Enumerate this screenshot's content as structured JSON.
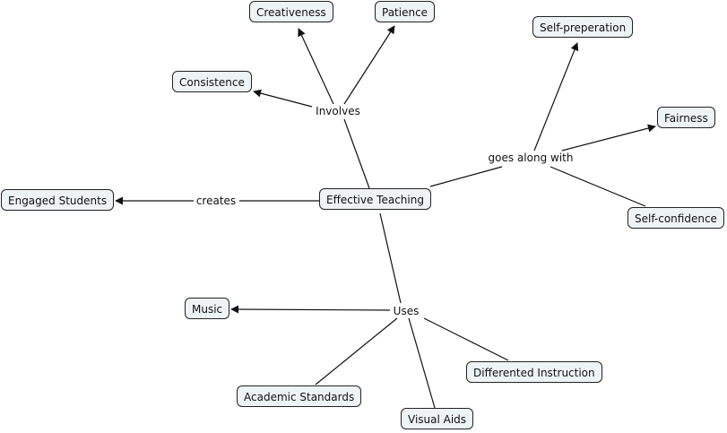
{
  "map_title": "Effective Teaching concept map",
  "colors": {
    "concept_fill": "#eef3f5",
    "concept_border": "#222222",
    "line": "#111111",
    "background": "#ffffff"
  },
  "concepts": {
    "effective_teaching": "Effective Teaching",
    "engaged_students": "Engaged Students",
    "creativeness": "Creativeness",
    "patience": "Patience",
    "consistence": "Consistence",
    "self_preperation": "Self-preperation",
    "fairness": "Fairness",
    "self_confidence": "Self-confidence",
    "music": "Music",
    "academic_standards": "Academic Standards",
    "visual_aids": "Visual Aids",
    "differented_instruction": "Differented Instruction"
  },
  "linking_phrases": {
    "involves": "Involves",
    "goes_along_with": "goes along with",
    "creates": "creates",
    "uses": "Uses"
  },
  "propositions": [
    {
      "from": "Effective Teaching",
      "via": "Involves",
      "to": "Creativeness",
      "arrow": true
    },
    {
      "from": "Effective Teaching",
      "via": "Involves",
      "to": "Patience",
      "arrow": true
    },
    {
      "from": "Effective Teaching",
      "via": "Involves",
      "to": "Consistence",
      "arrow": true
    },
    {
      "from": "Effective Teaching",
      "via": "goes along with",
      "to": "Self-preperation",
      "arrow": true
    },
    {
      "from": "Effective Teaching",
      "via": "goes along with",
      "to": "Fairness",
      "arrow": true
    },
    {
      "from": "Effective Teaching",
      "via": "goes along with",
      "to": "Self-confidence",
      "arrow": false
    },
    {
      "from": "Effective Teaching",
      "via": "creates",
      "to": "Engaged Students",
      "arrow": true
    },
    {
      "from": "Effective Teaching",
      "via": "Uses",
      "to": "Music",
      "arrow": true
    },
    {
      "from": "Effective Teaching",
      "via": "Uses",
      "to": "Academic Standards",
      "arrow": false
    },
    {
      "from": "Effective Teaching",
      "via": "Uses",
      "to": "Visual Aids",
      "arrow": false
    },
    {
      "from": "Effective Teaching",
      "via": "Uses",
      "to": "Differented Instruction",
      "arrow": false
    }
  ]
}
